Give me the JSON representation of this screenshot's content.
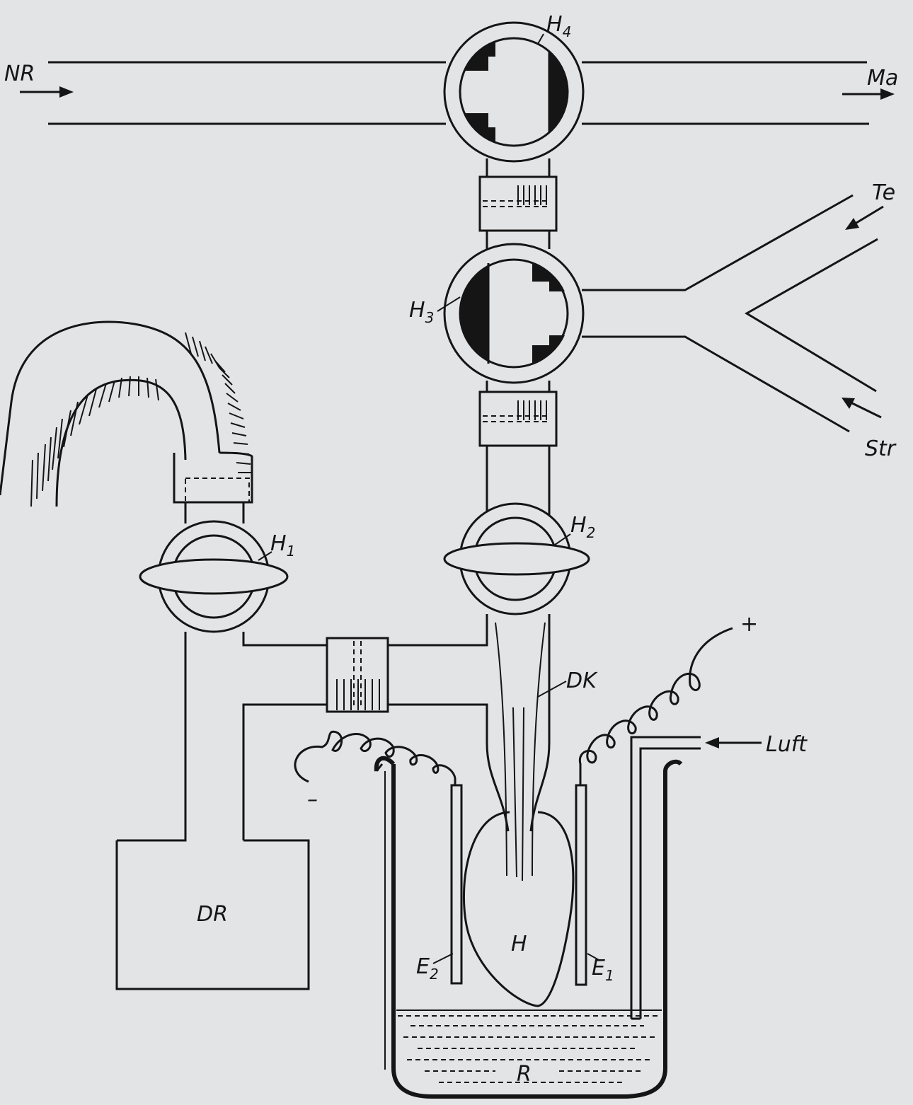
{
  "diagram": {
    "labels": {
      "NR": "NR",
      "Ma": "Ma",
      "Te": "Te",
      "Str": "Str",
      "H4": "H",
      "H4_sub": "4",
      "H3": "H",
      "H3_sub": "3",
      "H2": "H",
      "H2_sub": "2",
      "H1": "H",
      "H1_sub": "1",
      "DK": "DK",
      "plus": "+",
      "minus": "–",
      "Luft": "Luft",
      "DR": "DR",
      "H": "H",
      "E1": "E",
      "E1_sub": "1",
      "E2": "E",
      "E2_sub": "2",
      "R": "R"
    },
    "colors": {
      "ink": "#151515",
      "paper": "#e3e4e6"
    }
  }
}
